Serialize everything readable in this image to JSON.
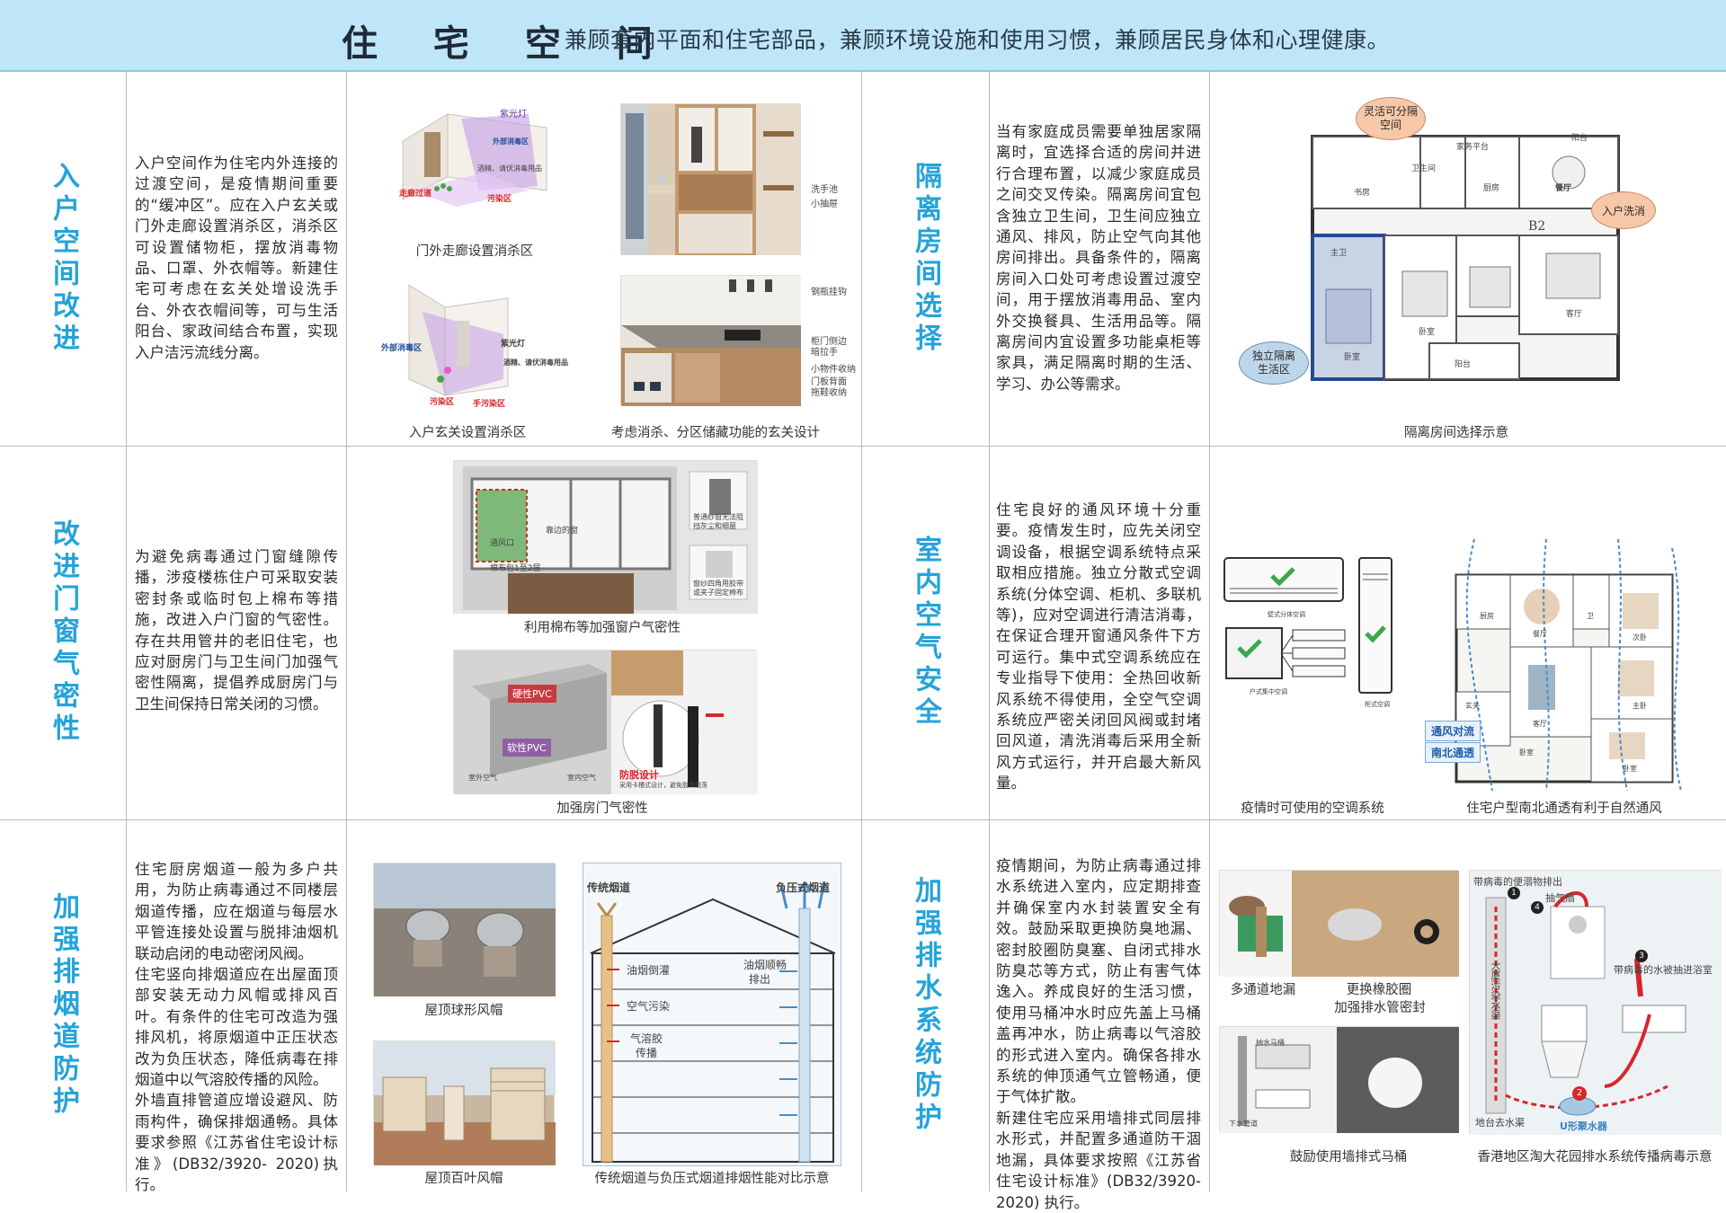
{
  "header": {
    "title": "住 宅 空 间",
    "subtitle": "兼顾套内平面和住宅部品，兼顾环境设施和使用习惯，兼顾居民身体和心理健康。"
  },
  "colors": {
    "accent": "#25a3d9",
    "header_bg": "#bfe6f8",
    "arrow_red": "#d8262b"
  },
  "sections": {
    "entry": {
      "title": "入户空间改进",
      "text": "入户空间作为住宅内外连接的过渡空间，是疫情期间重要的“缓冲区”。应在入户玄关或门外走廊设置消杀区，消杀区可设置储物柜，摆放消毒物品、口罩、外衣帽等。新建住宅可考虑在玄关处增设洗手台、外衣衣帽间等，可与生活阳台、家政间结合布置，实现入户洁污流线分离。",
      "captions": [
        "门外走廊设置消杀区",
        "入户玄关设置消杀区",
        "考虑消杀、分区储藏功能的玄关设计"
      ],
      "labels": {
        "uv_light": "紫光灯",
        "disinfect_area": "外部消毒区",
        "please_disinfect": "酒精、请伏消毒用品",
        "corridor": "走廊过道",
        "dirty_zone": "污染区",
        "ext_disinfect": "外部消毒区",
        "uv_light2": "紫光灯",
        "please_disinfect2": "酒精、请伏消毒用品",
        "dirty_zone2": "污染区",
        "handwash_zone": "手污染区",
        "sink": "洗手池",
        "drawer": "小抽屉",
        "hooks": "钢瓶挂钩",
        "side_pull": "柜门侧边暗拉手",
        "small_storage": "小物件收纳",
        "door_back": "门板背面拖鞋收纳"
      }
    },
    "isolation": {
      "title": "隔离房间选择",
      "text": "当有家庭成员需要单独居家隔离时，宜选择合适的房间并进行合理布置，以减少家庭成员之间交叉传染。隔离房间宜包含独立卫生间，卫生间应独立通风、排风，防止空气向其他房间排出。具备条件的，隔离房间入口处可考虑设置过渡空间，用于摆放消毒用品、室内外交换餐具、生活用品等。隔离房间内宜设置多功能桌柜等家具，满足隔离时期的生活、学习、办公等需求。",
      "caption": "隔离房间选择示意",
      "bubbles": {
        "flex": "灵活可分隔空间",
        "entry_wash": "入户洗消",
        "isolated": "独立隔离生活区"
      },
      "rooms": {
        "balcony_top": "阳台",
        "kitchen": "厨房",
        "dining": "餐厅",
        "study": "书房",
        "toilet": "卫生间",
        "b2": "B2",
        "living": "客厅",
        "bedroom1": "卧室",
        "master": "主卫",
        "bedroom2": "卧室",
        "balcony_bottom": "阳台",
        "cook_platform": "家务平台"
      }
    },
    "window": {
      "title": "改进门窗气密性",
      "text": "为避免病毒通过门窗缝隙传播，涉疫楼栋住户可采取安装密封条或临时包上棉布等措施，改进入户门窗的气密性。存在共用管井的老旧住宅，也应对厨房门与卫生间门加强气密性隔离，提倡养成厨房门与卫生间保持日常关闭的习惯。",
      "captions": [
        "利用棉布等加强窗户气密性",
        "加强房门气密性"
      ],
      "labels": {
        "vent": "通风口",
        "side_window": "靠边的窗",
        "cotton": "棉布包1至2层",
        "note1": "普通纱窗无法阻挡灰尘和细菌",
        "note2": "窗纱四角用胶带或夹子固定棉布",
        "hard_pvc": "硬性PVC",
        "soft_pvc": "软性PVC",
        "outdoor": "室外空气",
        "indoor": "室内空气",
        "anti_off": "防脱设计",
        "anti_off_note": "采用卡槽式设计，避免胶条脱落"
      }
    },
    "air": {
      "title": "室内空气安全",
      "text": "住宅良好的通风环境十分重要。疫情发生时，应先关闭空调设备，根据空调系统特点采取相应措施。独立分散式空调系统(分体空调、柜机、多联机等)，应对空调进行清洁消毒，在保证合理开窗通风条件下方可运行。集中式空调系统应在专业指导下使用：全热回收新风系统不得使用，全空气空调系统应严密关闭回风阀或封堵回风道，清洗消毒后采用全新风方式运行，并开启最大新风量。",
      "captions": [
        "疫情时可使用的空调系统",
        "住宅户型南北通透有利于自然通风"
      ],
      "labels": {
        "wall_ac": "壁式分体空调",
        "central_ac": "户式集中空调",
        "cabinet_ac": "柜式空调",
        "ventilation": "通风对流",
        "ns": "南北通透"
      },
      "rooms": {
        "kitchen": "厨房",
        "dining": "餐厅",
        "toilet": "卫",
        "bed1": "次卧",
        "entrance": "玄关",
        "living": "客厅",
        "master": "主卧",
        "bed2": "卧室",
        "bed3": "卧室"
      }
    },
    "smoke": {
      "title": "加强排烟道防护",
      "text": "住宅厨房烟道一般为多户共用，为防止病毒通过不同楼层烟道传播，应在烟道与每层水平管连接处设置与脱排油烟机联动启闭的电动密闭风阀。\n住宅竖向排烟道应在出屋面顶部安装无动力风帽或排风百叶。有条件的住宅可改造为强排风机，将原烟道中正压状态改为负压状态，降低病毒在排烟道中以气溶胶传播的风险。\n外墙直排管道应增设避风、防雨构件，确保排烟通畅。具体要求参照《江苏省住宅设计标准》(DB32/3920- 2020)执行。",
      "captions": [
        "屋顶球形风帽",
        "屋顶百叶风帽",
        "传统烟道与负压式烟道排烟性能对比示意"
      ],
      "diagram": {
        "traditional": "传统烟道",
        "negative": "负压式烟道",
        "backflow": "油烟倒灌",
        "pollution": "空气污染",
        "aerosol_1": "气溶胶",
        "aerosol_2": "传播",
        "smooth_1": "油烟顺畅",
        "smooth_2": "排出"
      }
    },
    "drain": {
      "title": "加强排水系统防护",
      "text": "疫情期间，为防止病毒通过排水系统进入室内，应定期排查并确保室内水封装置安全有效。鼓励采取更换防臭地漏、密封胶圈防臭塞、自闭式排水防臭芯等方式，防止有害气体逸入。养成良好的生活习惯，使用马桶冲水时应先盖上马桶盖再冲水，防止病毒以气溶胶的形式进入室内。确保各排水系统的伸顶通气立管畅通，便于气体扩散。\n新建住宅应采用墙排式同层排水形式，并配置多通道防干涸地漏，具体要求按照《江苏省住宅设计标准》(DB32/3920-2020) 执行。",
      "captions": [
        "多通道地漏",
        "更换橡胶圈",
        "加强排水管密封",
        "鼓励使用墙排式马桶",
        "香港地区淘大花园排水系统传播病毒示意"
      ],
      "labels": {
        "virus_excrement": "带病毒的便溺物排出",
        "exhaust_fan": "抽气扇",
        "virus_water": "带病毒的水被抽进浴室",
        "stack": "大厦污染水渠",
        "floor_drain": "地台去水渠",
        "u_trap": "U形聚水器",
        "tank": "抽水马桶",
        "pipe": "下水管道",
        "n1": "1",
        "n2": "2",
        "n3": "3",
        "n4": "4"
      }
    }
  }
}
